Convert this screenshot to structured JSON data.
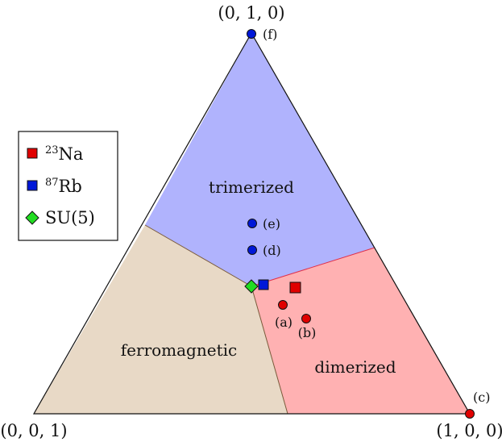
{
  "vertices": {
    "top": "(0, 1, 0)",
    "left": "(0, 0, 1)",
    "right": "(1, 0, 0)"
  },
  "regions": {
    "trimerized": {
      "label": "trimerized",
      "color": "#b0b3fd"
    },
    "ferromagnetic": {
      "label": "ferromagnetic",
      "color": "#e8d9c6"
    },
    "dimerized": {
      "label": "dimerized",
      "color": "#ffb1b2"
    }
  },
  "points": {
    "a": {
      "label": "(a)",
      "color": "#e00000"
    },
    "b": {
      "label": "(b)",
      "color": "#e00000"
    },
    "c": {
      "label": "(c)",
      "color": "#e00000"
    },
    "d": {
      "label": "(d)",
      "color": "#0018d8"
    },
    "e": {
      "label": "(e)",
      "color": "#0018d8"
    },
    "f": {
      "label": "(f)",
      "color": "#0018d8"
    }
  },
  "legend": {
    "na": {
      "sup": "23",
      "name": "Na",
      "color": "#e00000",
      "marker": "square"
    },
    "rb": {
      "sup": "87",
      "name": "Rb",
      "color": "#0018d8",
      "marker": "square"
    },
    "su5": {
      "name": "SU(5)",
      "color": "#22dd22",
      "marker": "diamond"
    }
  }
}
